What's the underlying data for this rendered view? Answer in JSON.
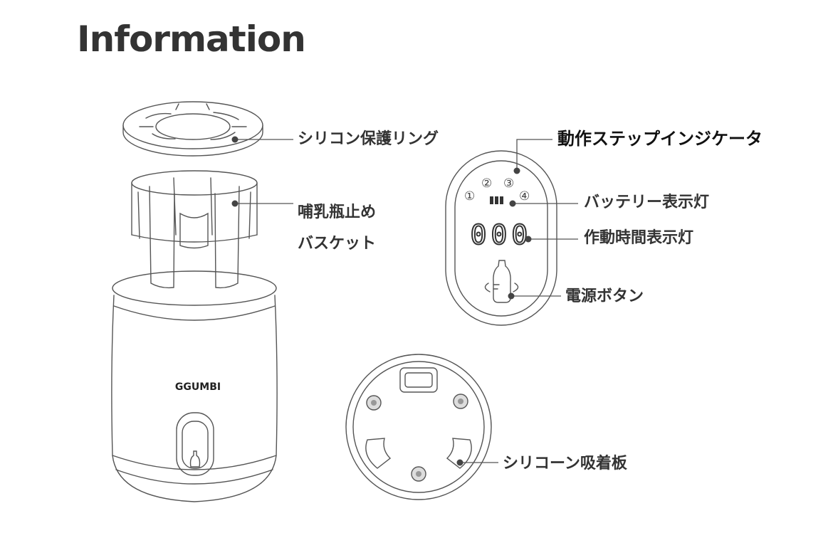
{
  "title": "Information",
  "labels": {
    "protective_ring": "シリコン保護リング",
    "bottle_basket_line1": "哺乳瓶止め",
    "bottle_basket_line2": "バスケット",
    "step_indicator": "動作ステップインジケータ",
    "battery_indicator": "バッテリー表示灯",
    "time_indicator": "作動時間表示灯",
    "power_button": "電源ボタン",
    "suction_plate": "シリコーン吸着板"
  },
  "device": {
    "brand": "GGUMBI"
  },
  "panel": {
    "step_numbers": [
      "①",
      "②",
      "③",
      "④"
    ],
    "time_display": "000"
  },
  "colors": {
    "line": "#555555",
    "text": "#333333",
    "dot": "#444444"
  }
}
